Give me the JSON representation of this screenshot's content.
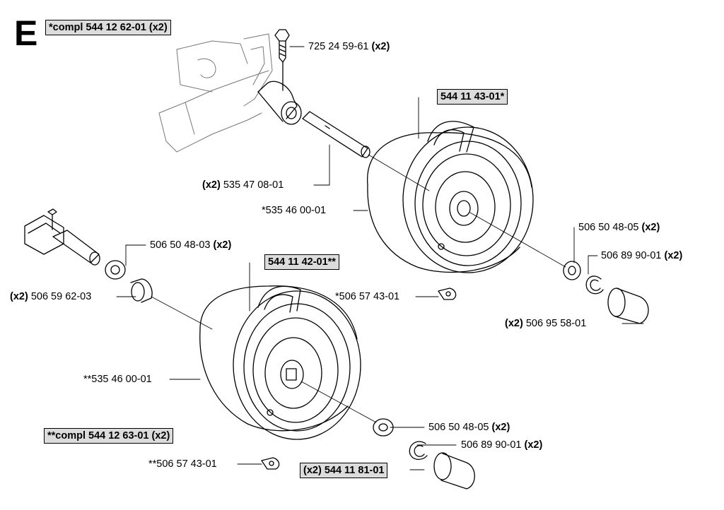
{
  "section": "E",
  "boxes": {
    "compl_upper": "*compl 544 12 62-01 (x2)",
    "wheel_upper": "544 11 43-01*",
    "wheel_lower": "544 11 42-01**",
    "compl_lower": "**compl 544 12 63-01 (x2)",
    "cap_lower": "(x2) 544 11 81-01"
  },
  "parts": {
    "bolt": {
      "number": "725 24 59-61",
      "qty": "(x2)"
    },
    "axle_pin": {
      "qty": "(x2)",
      "number": "535 47 08-01"
    },
    "tire_upper": {
      "number": "*535 46 00-01"
    },
    "washer_left": {
      "number": "506 50 48-03",
      "qty": "(x2)"
    },
    "bushing_left": {
      "qty": "(x2)",
      "number": "506 59 62-03"
    },
    "washer_right_upper": {
      "number": "506 50 48-05",
      "qty": "(x2)"
    },
    "clip_right_upper": {
      "number": "506 89 90-01",
      "qty": "(x2)"
    },
    "valve_upper": {
      "number": "*506 57 43-01"
    },
    "cap_upper": {
      "qty": "(x2)",
      "number": "506 95 58-01"
    },
    "tire_lower": {
      "number": "**535 46 00-01"
    },
    "washer_right_lower": {
      "number": "506 50 48-05",
      "qty": "(x2)"
    },
    "clip_right_lower": {
      "number": "506 89 90-01",
      "qty": "(x2)"
    },
    "valve_lower": {
      "number": "**506 57 43-01"
    }
  }
}
